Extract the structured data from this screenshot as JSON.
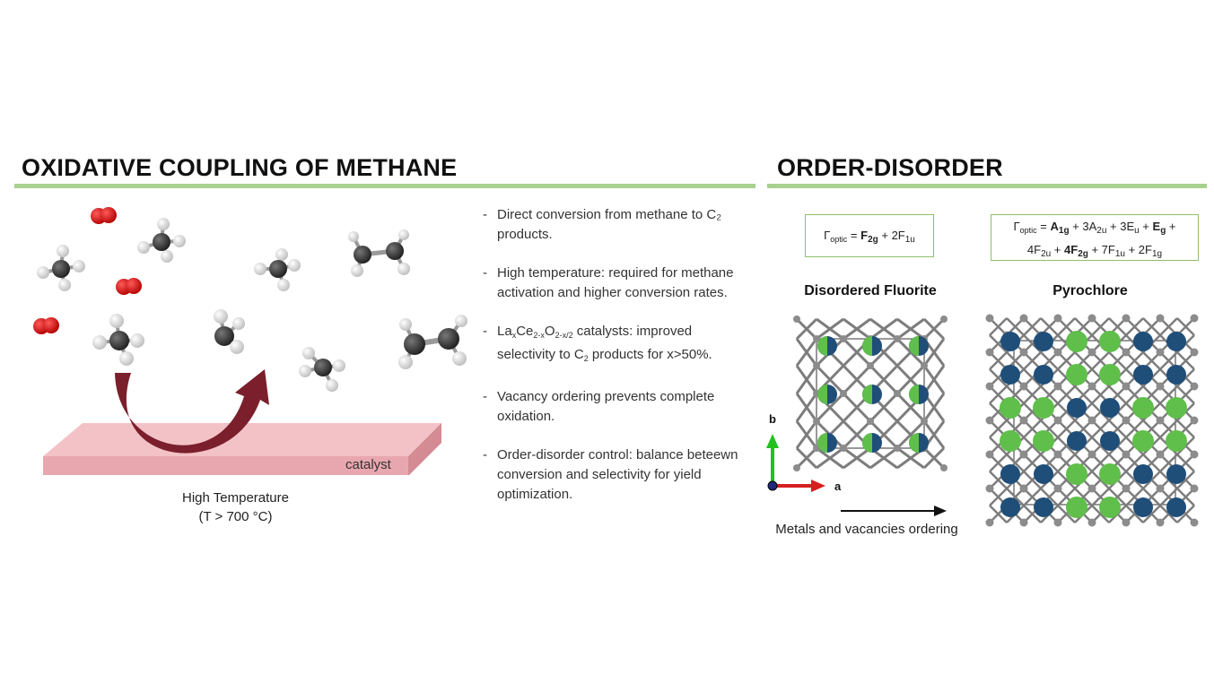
{
  "left": {
    "title": "OXIDATIVE COUPLING OF METHANE",
    "catalyst_label": "catalyst",
    "temperature_line1": "High Temperature",
    "temperature_line2": "(T > 700 °C)",
    "bullets": [
      {
        "dash": "-",
        "text": "Direct conversion from methane to C₂ products."
      },
      {
        "dash": "-",
        "text": "High temperature: required for methane activation and higher conversion rates."
      },
      {
        "dash": "-",
        "p1": "La",
        "s1": "x",
        "p2": "Ce",
        "s2": "2-x",
        "p3": "O",
        "s3": "2-x/2",
        "p4": " catalysts: improved selectivity to C",
        "s4": "2",
        "p5": " products for x>50%."
      },
      {
        "dash": "-",
        "text": "Vacancy ordering prevents complete oxidation."
      },
      {
        "dash": "-",
        "text": "Order-disorder control: balance beteewn conversion and selectivity for yield optimization."
      }
    ]
  },
  "right": {
    "title": "ORDER-DISORDER",
    "fluorite_formula": {
      "gamma": "Γ",
      "gsub": "optic",
      "eq": " = ",
      "t1": "F",
      "t1s": "2g",
      "plus": " + 2F",
      "t2s": "1u"
    },
    "pyro_formula": {
      "gamma": "Γ",
      "gsub": "optic",
      "eq": " = ",
      "a": "A",
      "as": "1g",
      "b": " + 3A",
      "bs": "2u",
      "c": " + 3E",
      "cs": "u",
      "d": " + ",
      "e": "E",
      "es": "g",
      "f": " +",
      "g": "4F",
      "gs": "2u",
      "h": " + ",
      "i": "4F",
      "is": "2g",
      "j": " + 7F",
      "js": "1u",
      "k": " + 2F",
      "ks": "1g"
    },
    "fluorite_label": "Disordered Fluorite",
    "pyro_label": "Pyrochlore",
    "axis_b": "b",
    "axis_a": "a",
    "ordering_caption": "Metals and vacancies ordering"
  },
  "colors": {
    "rule": "#a9d18e",
    "oxygen": "#e31a1c",
    "carbon": "#2e2e2e",
    "hydrogen": "#e8e8e8",
    "arrow": "#7a1f2b",
    "catalyst": "#e8a7ae",
    "metal_a": "#1f4e79",
    "metal_b": "#5fbf4a",
    "oxygen_lattice": "#8c8c8c"
  }
}
